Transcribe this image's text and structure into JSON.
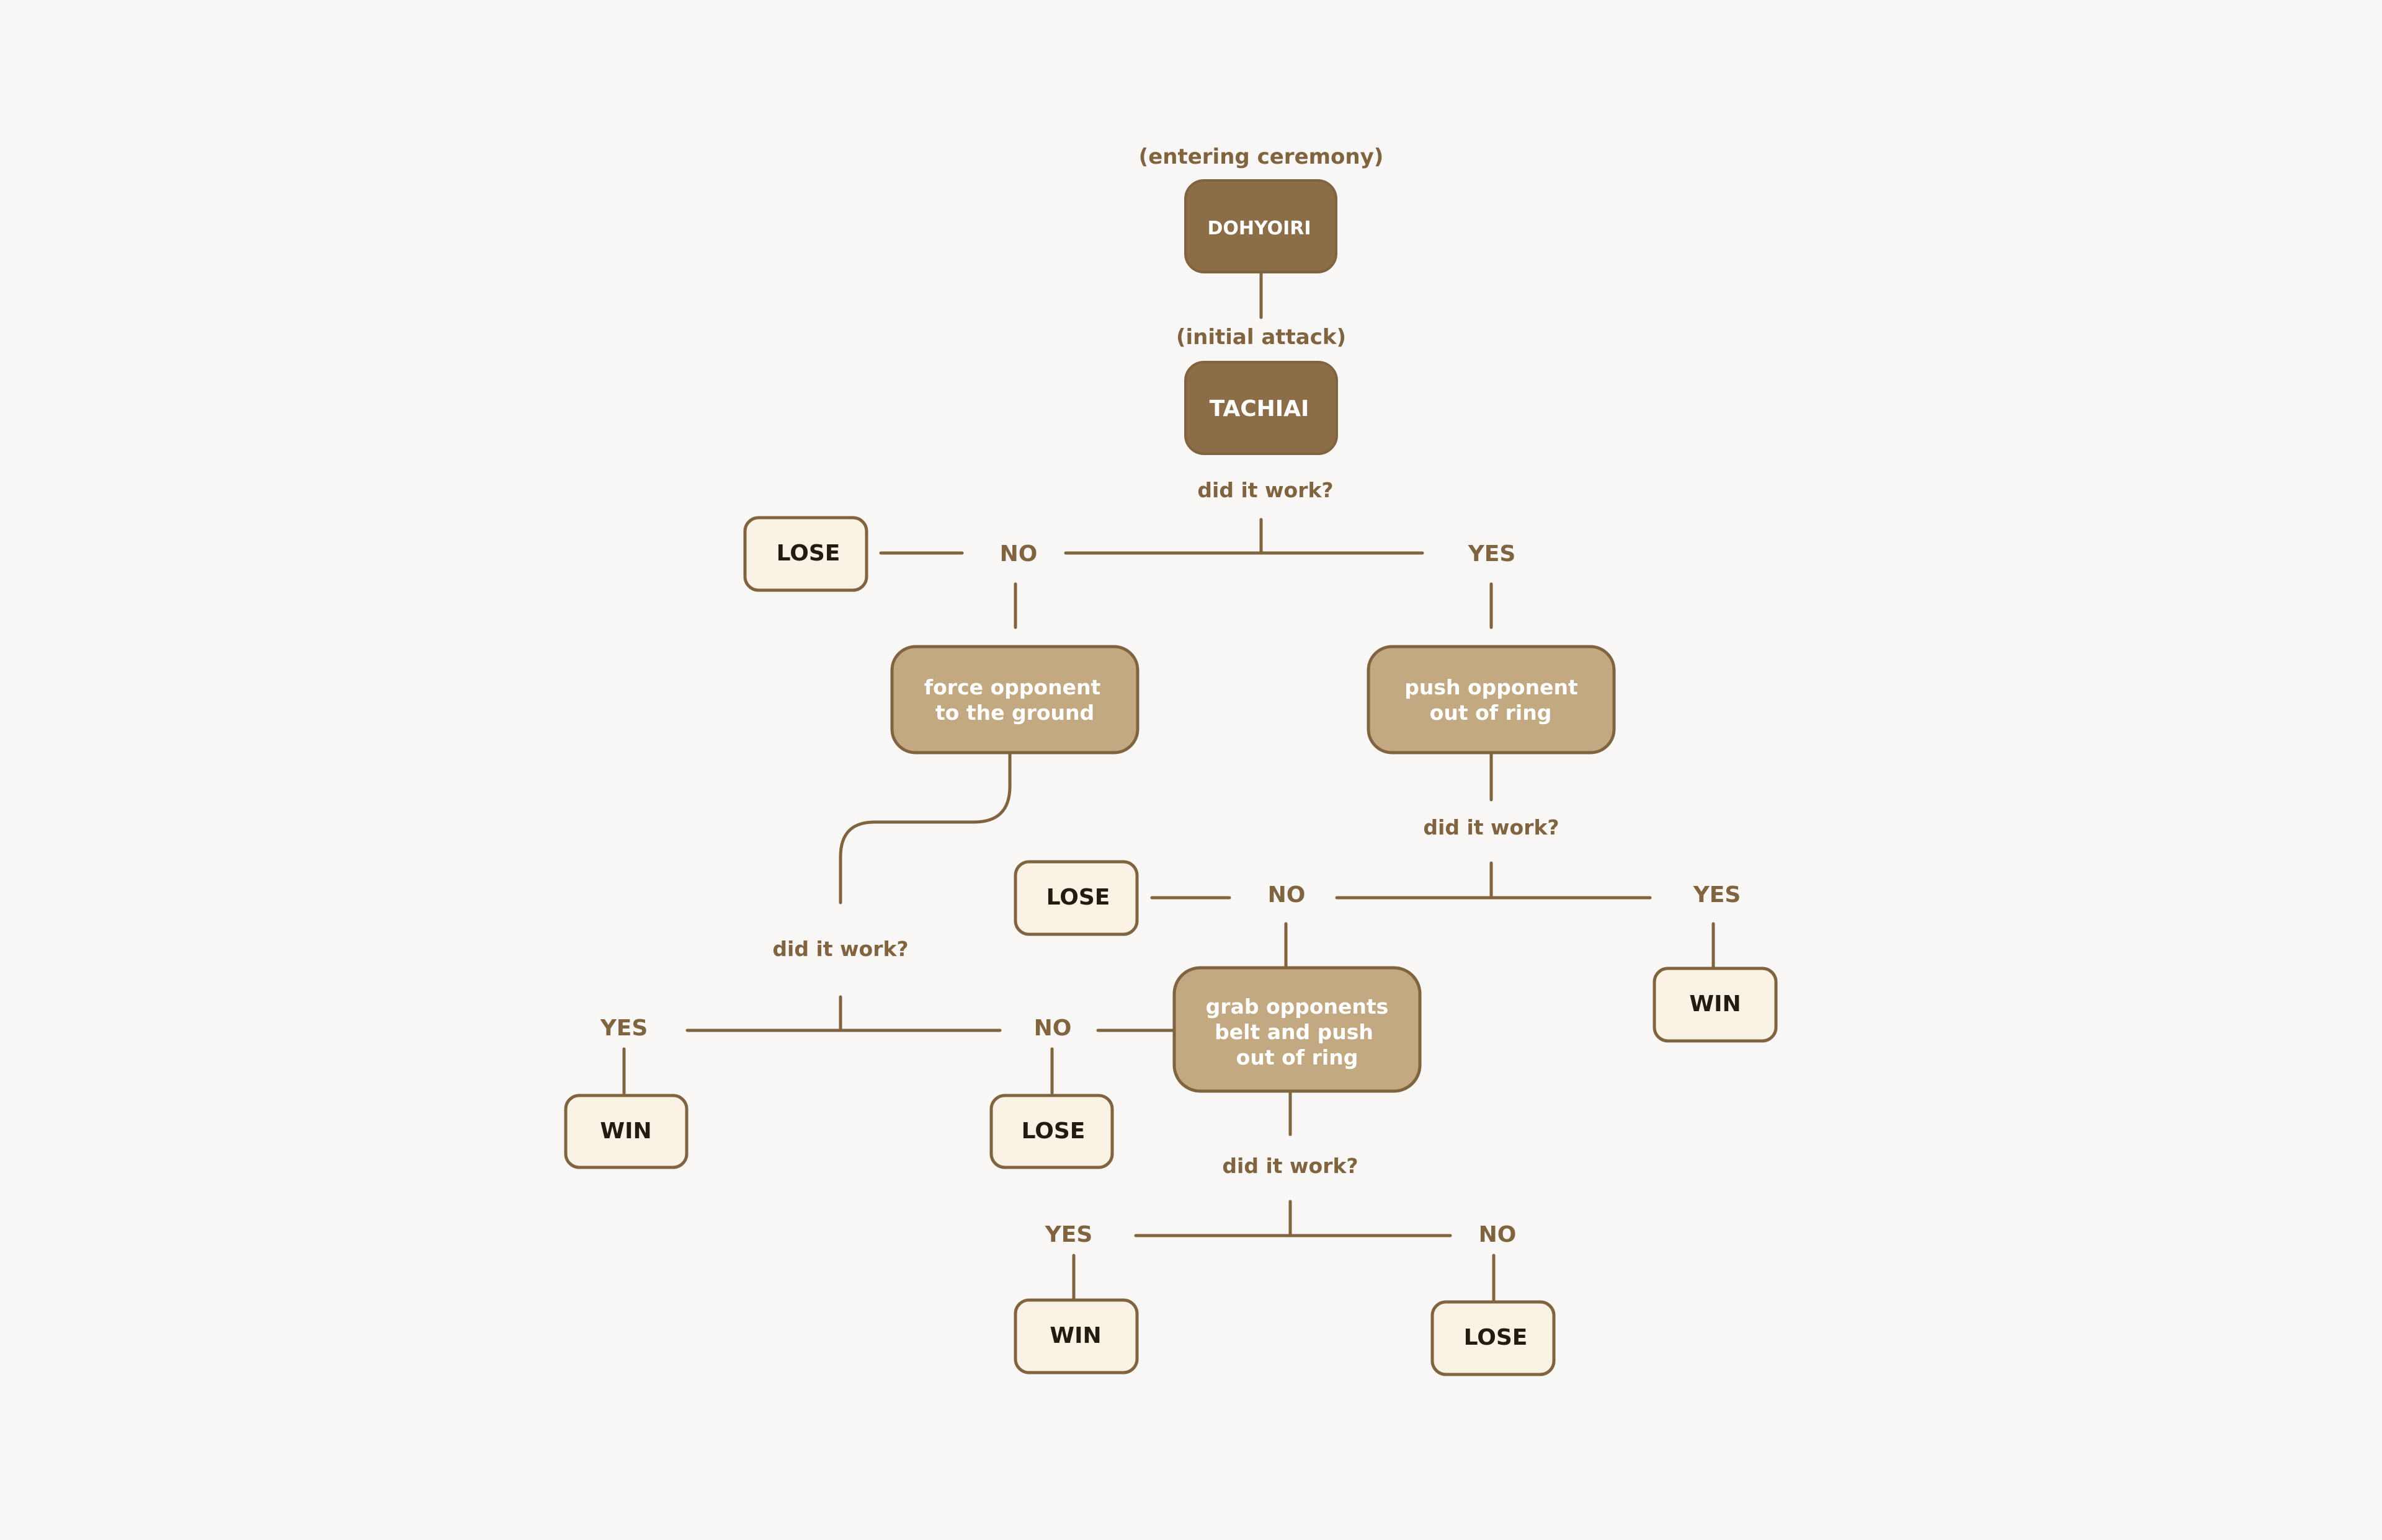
{
  "colors": {
    "background": "#f9f7f5",
    "line": "#80643f",
    "dark_node_fill": "#8b6d48",
    "dark_node_text": "#ffffff",
    "mid_node_fill": "#c2a982",
    "mid_node_text": "#ffffff",
    "outcome_fill": "#faf2e5",
    "outcome_text": "#231a10",
    "label_text": "#80643f"
  },
  "nodes": {
    "dohyoiri": {
      "label": "DOHYOIRI",
      "caption": "(entering ceremony)"
    },
    "tachiai": {
      "label": "TACHIAI",
      "caption": "(initial attack)"
    },
    "force_ground": {
      "lines": [
        "force opponent",
        "to the ground"
      ]
    },
    "push_out": {
      "lines": [
        "push opponent",
        "out of ring"
      ]
    },
    "grab_belt": {
      "lines": [
        "grab opponents",
        "belt and push",
        "out of ring"
      ]
    },
    "lose_1": {
      "label": "LOSE"
    },
    "lose_2": {
      "label": "LOSE"
    },
    "lose_3": {
      "label": "LOSE"
    },
    "lose_4": {
      "label": "LOSE"
    },
    "win_1": {
      "label": "WIN"
    },
    "win_2": {
      "label": "WIN"
    },
    "win_3": {
      "label": "WIN"
    }
  },
  "labels": {
    "question_1": "did it work?",
    "question_2": "did it work?",
    "question_3": "did it work?",
    "question_4": "did it work?",
    "no_1": "NO",
    "yes_1": "YES",
    "no_2": "NO",
    "yes_2": "YES",
    "yes_3": "YES",
    "no_3": "NO",
    "yes_4": "YES",
    "no_4": "NO"
  }
}
